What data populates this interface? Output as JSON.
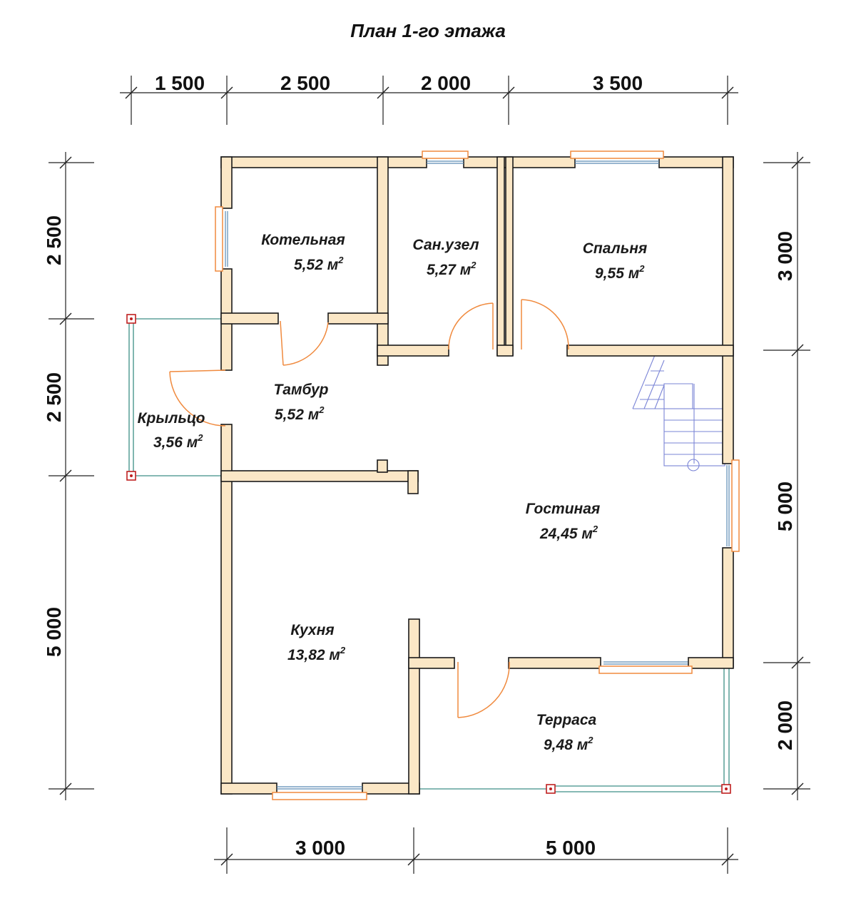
{
  "title": "План 1-го этажа",
  "dimensions": {
    "top": [
      "1 500",
      "2 500",
      "2 000",
      "3 500"
    ],
    "bottom": [
      "3 000",
      "5 000"
    ],
    "left": [
      "2 500",
      "2 500",
      "5 000"
    ],
    "right": [
      "3 000",
      "5 000",
      "2 000"
    ]
  },
  "rooms": [
    {
      "id": "boiler",
      "name": "Котельная",
      "area": "5,52 м",
      "unit_sup": "2"
    },
    {
      "id": "bathroom",
      "name": "Сан.узел",
      "area": "5,27 м",
      "unit_sup": "2"
    },
    {
      "id": "bedroom",
      "name": "Спальня",
      "area": "9,55 м",
      "unit_sup": "2"
    },
    {
      "id": "vestibule",
      "name": "Тамбур",
      "area": "5,52 м",
      "unit_sup": "2"
    },
    {
      "id": "porch",
      "name": "Крыльцо",
      "area": "3,56 м",
      "unit_sup": "2"
    },
    {
      "id": "living",
      "name": "Гостиная",
      "area": "24,45 м",
      "unit_sup": "2"
    },
    {
      "id": "kitchen",
      "name": "Кухня",
      "area": "13,82 м",
      "unit_sup": "2"
    },
    {
      "id": "terrace",
      "name": "Терраса",
      "area": "9,48 м",
      "unit_sup": "2"
    }
  ],
  "colors": {
    "wall_fill": "#fbe7c6",
    "window_frame": "#f08a3e",
    "door_swing": "#f08a3e",
    "railing": "#3d8f86",
    "post": "#c02020",
    "stair": "#7a84d6"
  }
}
